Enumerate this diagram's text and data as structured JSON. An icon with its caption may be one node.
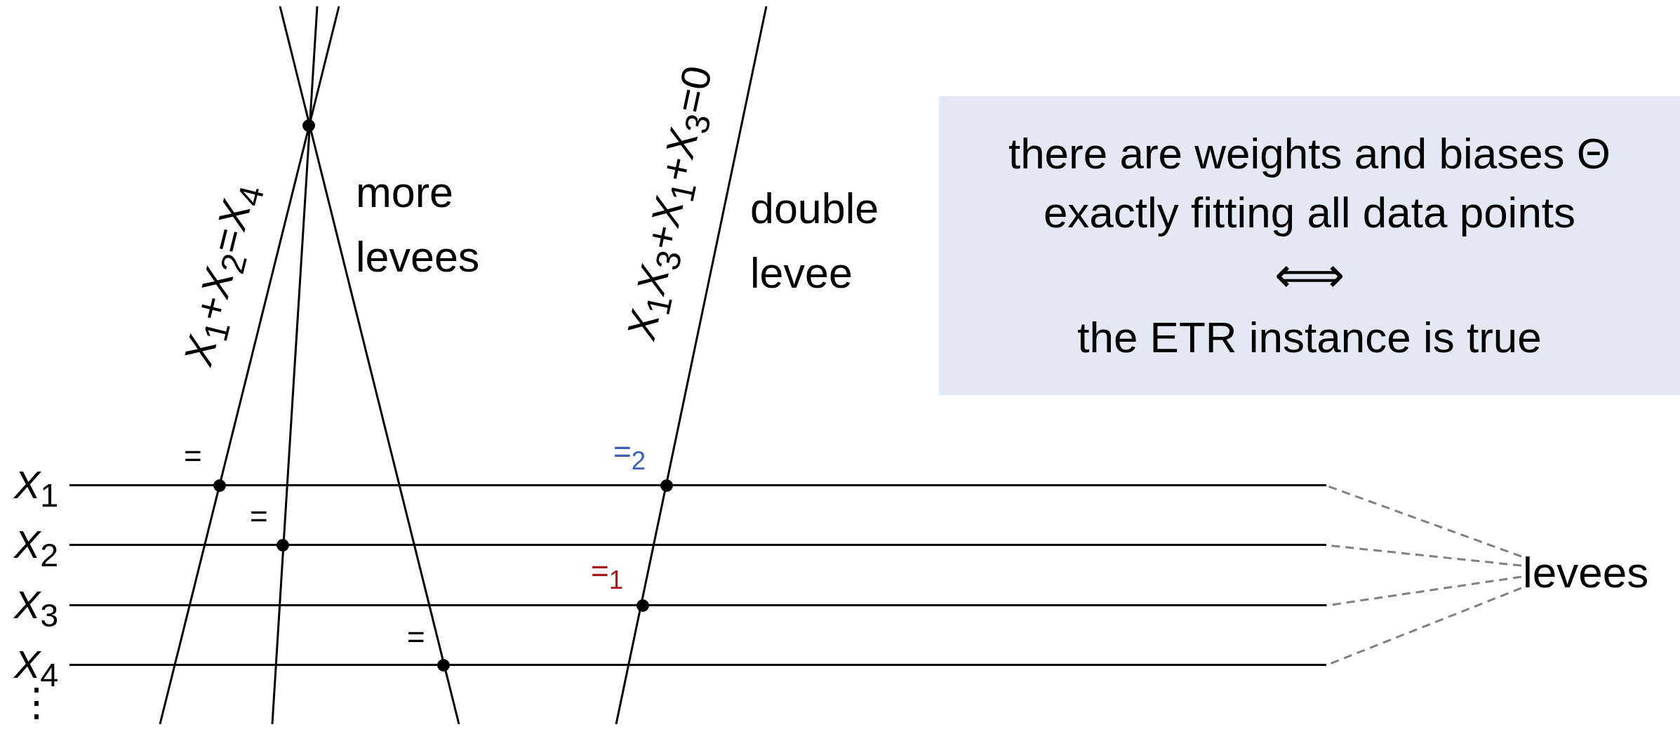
{
  "diagram": {
    "nodes": [
      {
        "text": [
          "there are weights and biases Θ exactly fitting all data points",
          "⟺",
          "the ETR instance is true"
        ]
      },
      {
        "text": [],
        "shape": "line"
      },
      {
        "text": [],
        "shape": "line"
      },
      {
        "text": [],
        "shape": "line"
      },
      {
        "text": [],
        "shape": "line"
      },
      {
        "text": [
          "levees"
        ]
      }
    ],
    "edges": [
      {
        "from": 5,
        "to": 1,
        "arrow": "none",
        "style": "dashed"
      },
      {
        "from": 5,
        "to": 2,
        "arrow": "none",
        "style": "dashed"
      },
      {
        "from": 5,
        "to": 3,
        "arrow": "none",
        "style": "dashed"
      },
      {
        "from": 5,
        "to": 4,
        "arrow": "none",
        "style": "dashed"
      }
    ],
    "labels": [
      "*X*$_{1}$*X*$_{3}$+*X*$_{1}$+*X*$_{3}$=0",
      "*X*$_{1}$+*X*$_{2}$=*X*$_{4}$",
      "more levees",
      "double levee",
      "=",
      "=$_{2}$",
      "=",
      "=$_{1}$",
      "=",
      "*X*$_{1}$",
      "*X*$_{2}$",
      "*X*$_{3}$",
      "*X*$_{4}$",
      "⋮"
    ]
  }
}
